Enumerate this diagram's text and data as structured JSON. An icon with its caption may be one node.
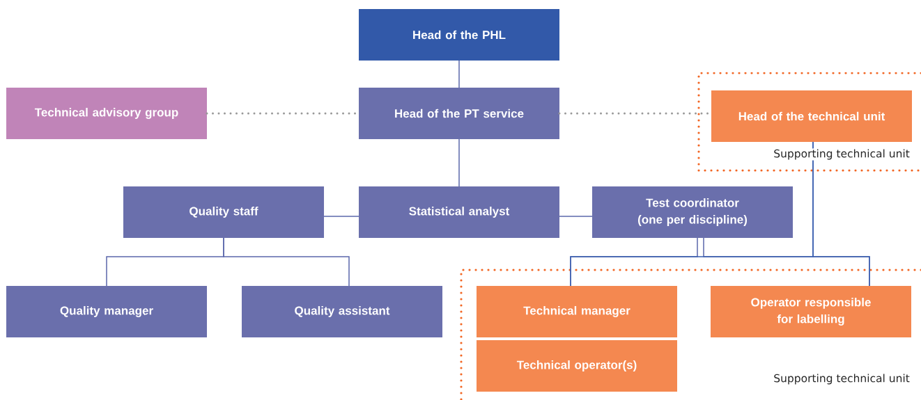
{
  "diagram": {
    "nodes": [
      {
        "text": [
          "Head of the PHL"
        ]
      },
      {
        "text": [
          "Technical advisory group"
        ]
      },
      {
        "text": [
          "Head of the PT service"
        ]
      },
      {
        "text": [
          "Head of the technical unit"
        ]
      },
      {
        "text": [
          "Quality staff"
        ]
      },
      {
        "text": [
          "Statistical analyst"
        ]
      },
      {
        "text": [
          "Test coordinator (one per discipline)"
        ]
      },
      {
        "text": [
          "Quality manager"
        ]
      },
      {
        "text": [
          "Quality assistant"
        ]
      },
      {
        "text": [
          "Technical manager"
        ]
      },
      {
        "text": [
          "Operator responsible for labelling"
        ]
      },
      {
        "text": [
          "Technical operator(s)"
        ]
      }
    ],
    "edges": [
      {
        "from": 0,
        "to": 2,
        "arrow": "none"
      },
      {
        "from": 1,
        "to": 2,
        "arrow": "none",
        "style": "dashed",
        "color": "#999999"
      },
      {
        "from": 2,
        "to": 3,
        "arrow": "none",
        "style": "dashed",
        "color": "#999999"
      },
      {
        "from": 2,
        "to": 5,
        "arrow": "none"
      },
      {
        "from": 4,
        "to": 5,
        "arrow": "none"
      },
      {
        "from": 5,
        "to": 6,
        "arrow": "none"
      },
      {
        "from": 4,
        "to": 7,
        "arrow": "none"
      },
      {
        "from": 4,
        "to": 8,
        "arrow": "none"
      },
      {
        "from": 6,
        "to": 9,
        "arrow": "none"
      },
      {
        "from": 6,
        "to": 10,
        "arrow": "none"
      },
      {
        "from": 3,
        "to": 9,
        "arrow": "none",
        "color": "#3a5fb0"
      },
      {
        "from": 3,
        "to": 10,
        "arrow": "none",
        "color": "#3a5fb0"
      }
    ],
    "labels": [
      "Supporting technical unit",
      "Supporting technical unit"
    ]
  }
}
